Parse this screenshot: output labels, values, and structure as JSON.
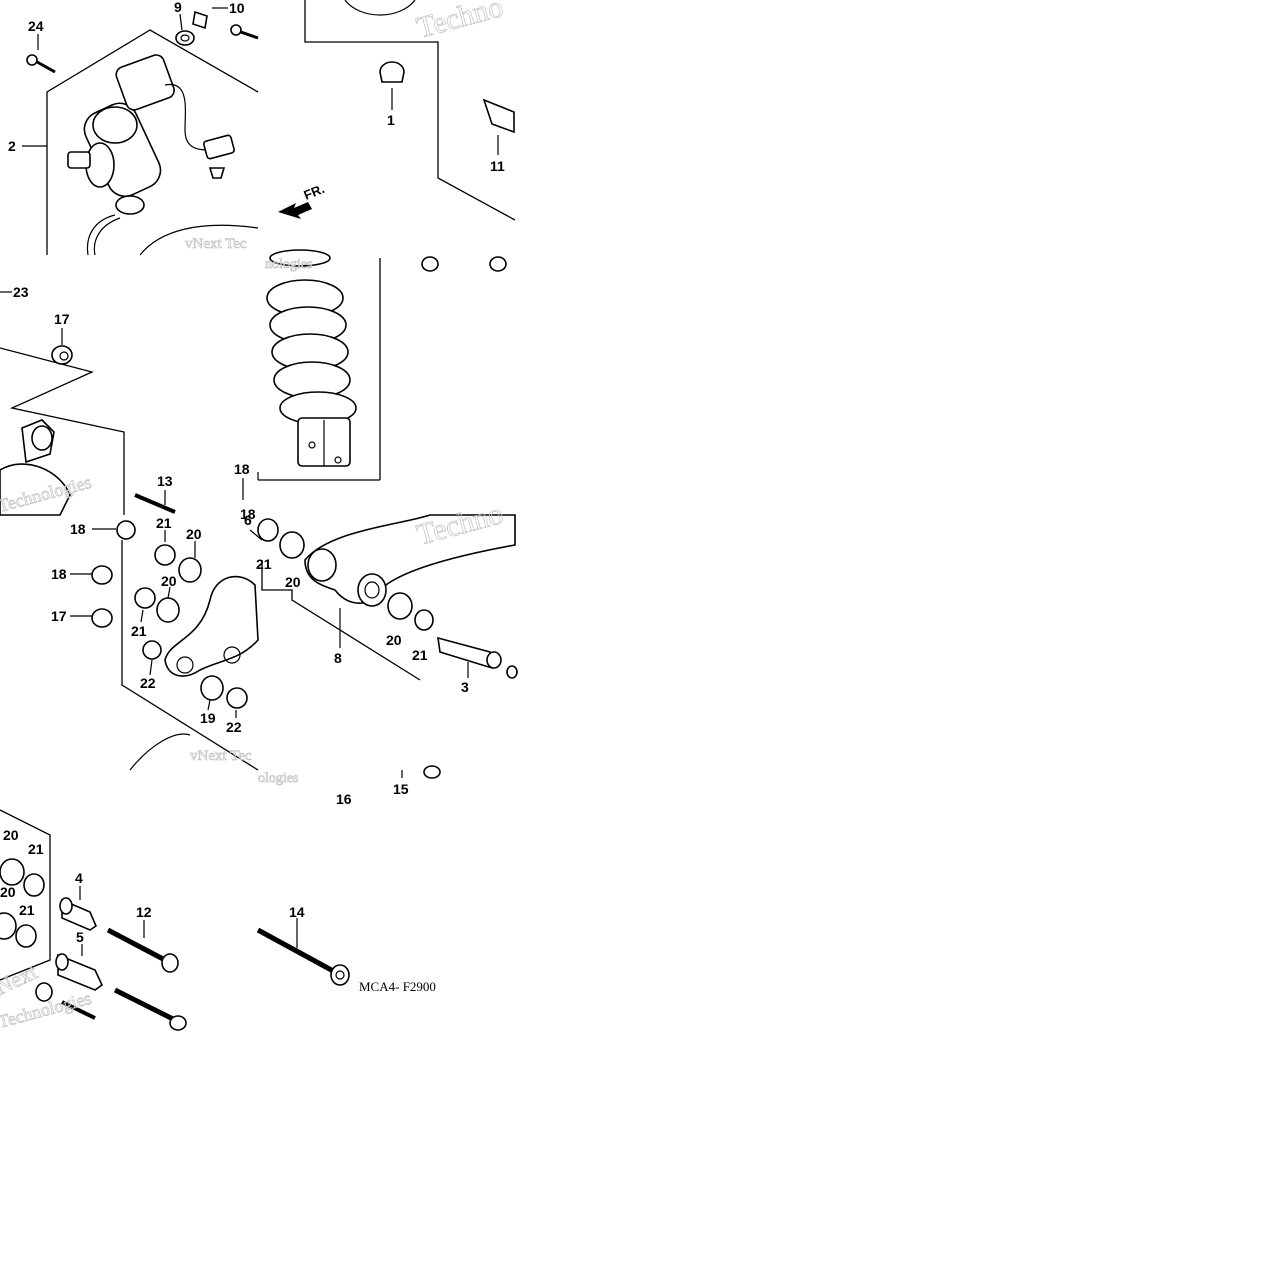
{
  "diagram": {
    "code": "MCA4- F2900",
    "direction_label": "FR.",
    "watermark_lines": [
      "Techno",
      "vNext Tec",
      "nologies",
      "Technologies",
      "vNext Tec",
      "ologies",
      "Technologies",
      "Techno",
      "Next",
      "Technologies"
    ],
    "tiles": [
      {
        "id": "tile-top-left",
        "labels": [
          "24",
          "9",
          "10",
          "2"
        ]
      },
      {
        "id": "tile-top-right",
        "labels": [
          "1",
          "11"
        ]
      },
      {
        "id": "tile-mid-left",
        "labels": [
          "23",
          "17",
          "13",
          "18",
          "18",
          "17"
        ]
      },
      {
        "id": "tile-mid-right",
        "labels": [
          "18"
        ]
      },
      {
        "id": "tile-center-left",
        "labels": [
          "21",
          "20",
          "20",
          "21",
          "22",
          "19",
          "22"
        ]
      },
      {
        "id": "tile-center-right",
        "labels": [
          "6",
          "21",
          "20",
          "8",
          "20",
          "21",
          "3",
          "16",
          "15"
        ]
      },
      {
        "id": "tile-bottom-left",
        "labels": [
          "20",
          "21",
          "20",
          "21",
          "4",
          "12",
          "5"
        ]
      },
      {
        "id": "tile-bottom-right",
        "labels": [
          "14"
        ]
      }
    ]
  }
}
